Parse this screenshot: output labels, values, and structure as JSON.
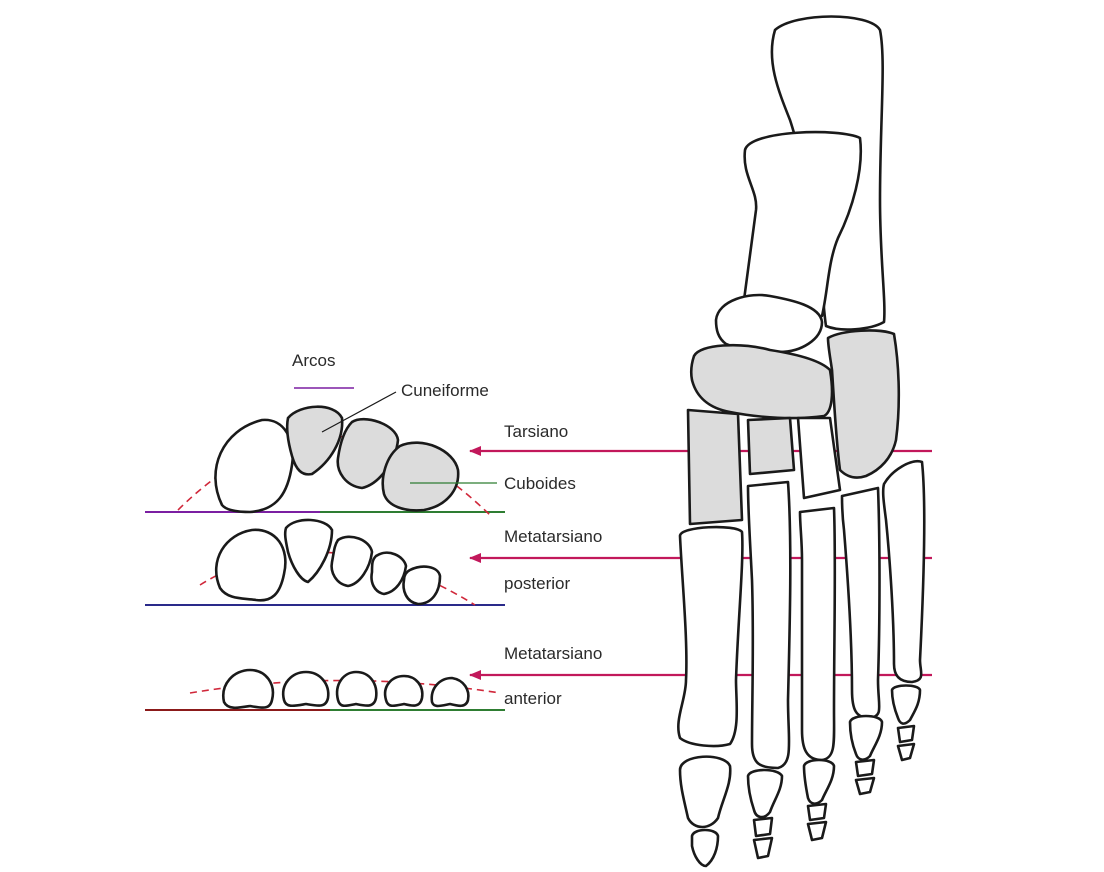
{
  "labels": {
    "arcos": "Arcos",
    "cuneiforme": "Cuneiforme",
    "tarsiano": "Tarsiano",
    "cuboides": "Cuboides",
    "metatarsiano_posterior_1": "Metatarsiano",
    "metatarsiano_posterior_2": "posterior",
    "metatarsiano_anterior_1": "Metatarsiano",
    "metatarsiano_anterior_2": "anterior"
  },
  "colors": {
    "arrow": "#c2185b",
    "arch_dashed": "#d0273a",
    "shaded_bone": "#dcdcdc",
    "baseline_left": "#7b1fa2",
    "baseline_right": "#2e7d32"
  }
}
